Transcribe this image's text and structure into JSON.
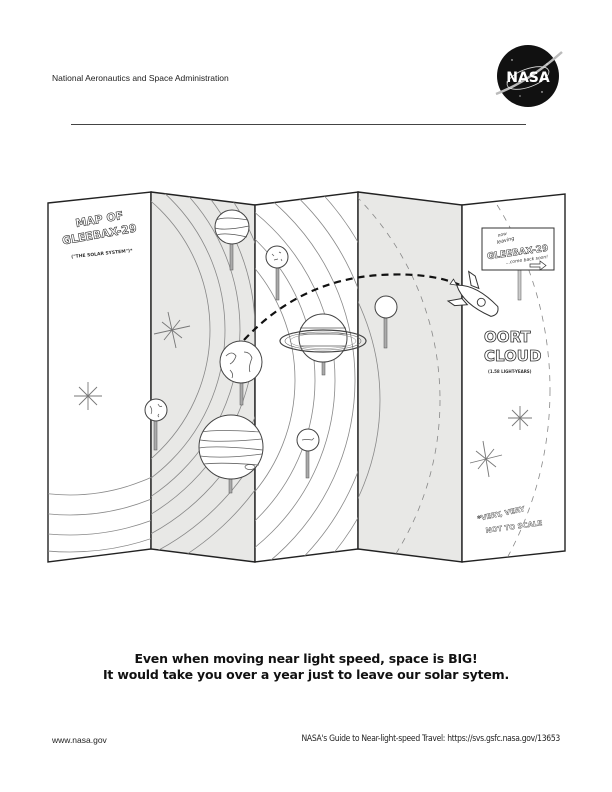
{
  "header": {
    "agency_name": "National Aeronautics and Space Administration",
    "logo_text": "NASA"
  },
  "map": {
    "title_line1": "MAP OF",
    "title_line2": "GLEEBAX-29",
    "subtitle": "(\"THE SOLAR SYSTEM\")*",
    "sign": {
      "line1": "now",
      "line2": "leaving",
      "line3": "GLEEBAX-29",
      "line4": "...come back soon!"
    },
    "oort_line1": "OORT",
    "oort_line2": "CLOUD",
    "oort_distance": "(1.58 LIGHT-YEARS)",
    "disclaimer_line1": "*VERY, VERY",
    "disclaimer_line2": "NOT TO SCALE",
    "panel_colors": {
      "white": "#ffffff",
      "gray": "#e8e8e6"
    }
  },
  "caption": {
    "line1": "Even when moving near light speed, space is BIG!",
    "line2": "It would take you over a year just to leave our solar sytem."
  },
  "footer": {
    "website": "www.nasa.gov",
    "guide": "NASA's Guide to Near-light-speed Travel: https://svs.gsfc.nasa.gov/13653"
  }
}
